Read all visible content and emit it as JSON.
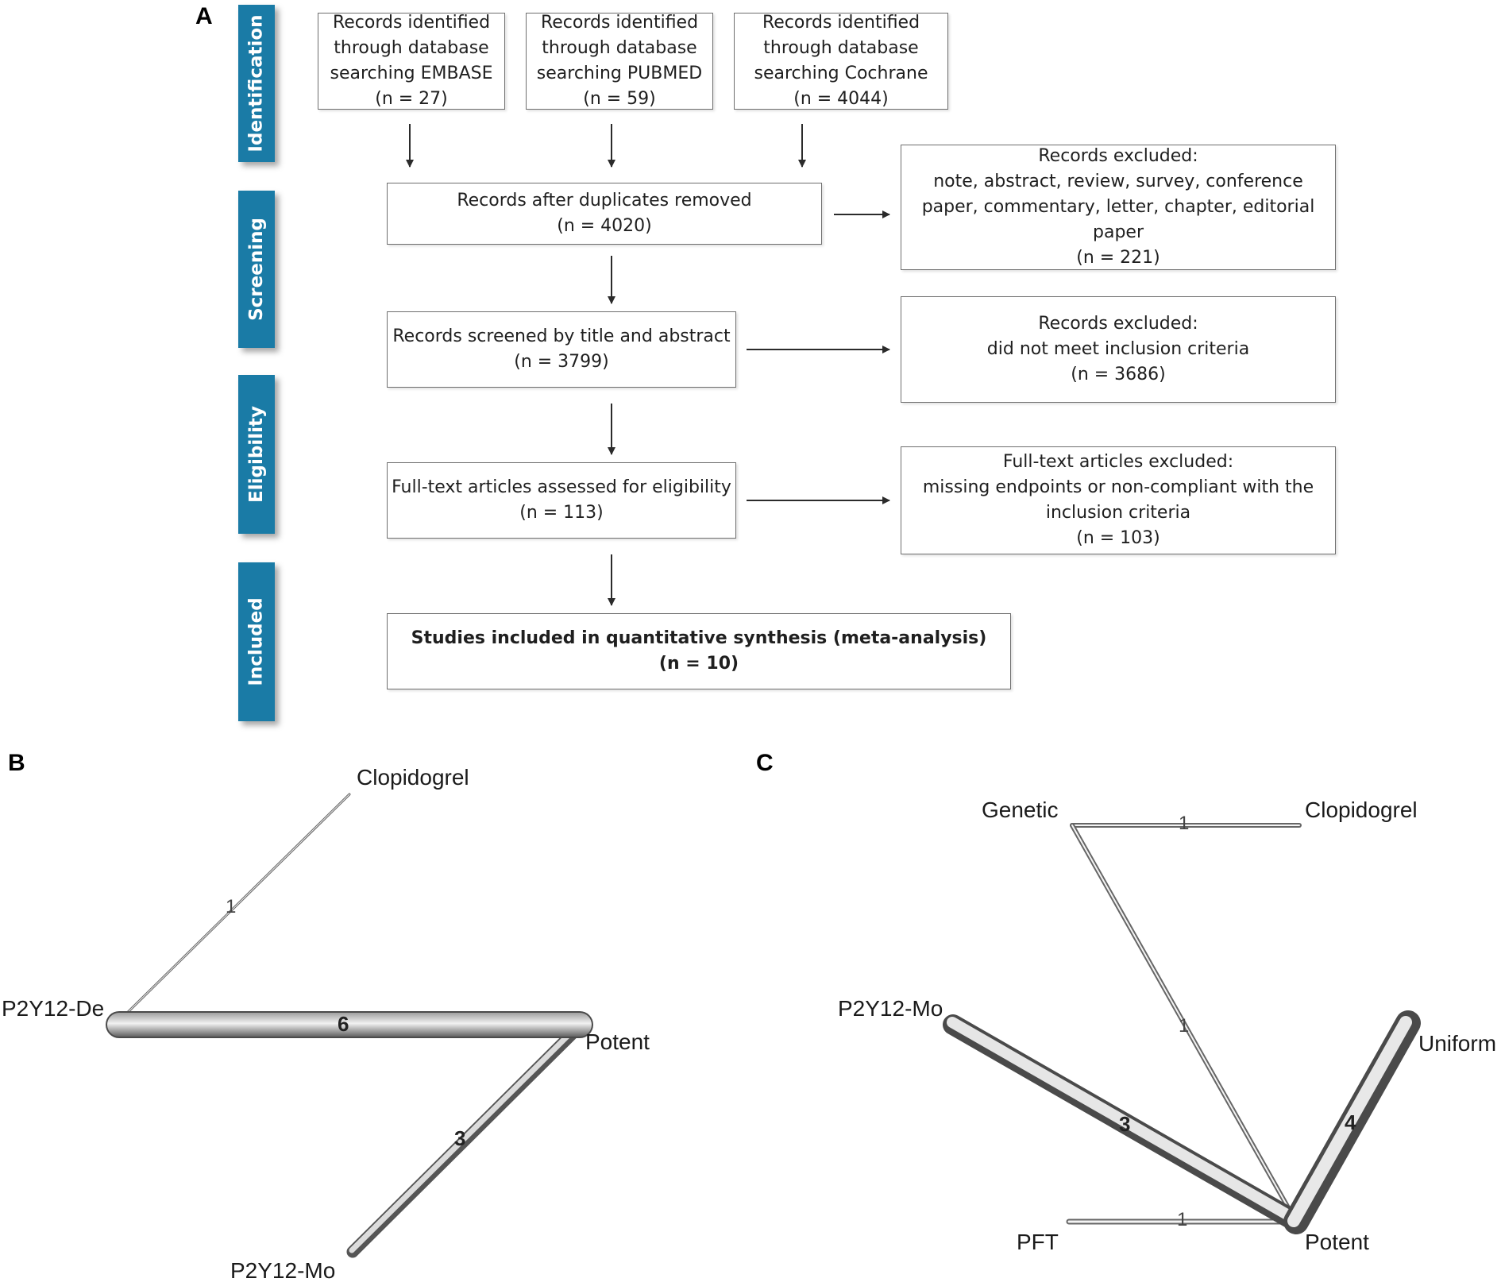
{
  "panels": {
    "a": "A",
    "b": "B",
    "c": "C"
  },
  "stages": {
    "identification": "Identification",
    "screening": "Screening",
    "eligibility": "Eligibility",
    "included": "Included"
  },
  "boxes": {
    "embase": {
      "lines": [
        "Records identified",
        "through database",
        "searching EMBASE",
        "(n = 27)"
      ]
    },
    "pubmed": {
      "lines": [
        "Records identified",
        "through database",
        "searching PUBMED",
        "(n = 59)"
      ]
    },
    "cochrane": {
      "lines": [
        "Records identified",
        "through database",
        "searching Cochrane",
        "(n = 4044)"
      ]
    },
    "duplicates": {
      "lines": [
        "Records after duplicates  removed",
        "(n = 4020)"
      ]
    },
    "excluded_types": {
      "lines": [
        "Records excluded:",
        "note, abstract, review, survey, conference",
        "paper, commentary, letter, chapter, editorial",
        "paper",
        "(n = 221)"
      ]
    },
    "screened": {
      "lines": [
        "Records screened by title and abstract",
        "(n = 3799)"
      ]
    },
    "excluded_criteria": {
      "lines": [
        "Records excluded:",
        "did not meet inclusion criteria",
        "(n = 3686)"
      ]
    },
    "fulltext": {
      "lines": [
        "Full-text articles assessed for eligibility",
        "(n = 113)"
      ]
    },
    "excluded_fulltext": {
      "lines": [
        "Full-text articles excluded:",
        "missing endpoints or non-compliant with the",
        "inclusion criteria",
        "(n = 103)"
      ]
    },
    "included": {
      "lines": [
        "Studies included in quantitative synthesis (meta-analysis)",
        "(n =  10)"
      ]
    }
  },
  "network_b": {
    "nodes": {
      "clopidogrel": "Clopidogrel",
      "p2y12_de": "P2Y12-De",
      "potent": "Potent",
      "p2y12_mo": "P2Y12-Mo"
    },
    "edges": [
      {
        "from": "clopidogrel",
        "to": "p2y12_de",
        "count": "1"
      },
      {
        "from": "p2y12_de",
        "to": "potent",
        "count": "6"
      },
      {
        "from": "potent",
        "to": "p2y12_mo",
        "count": "3"
      }
    ]
  },
  "network_c": {
    "nodes": {
      "genetic": "Genetic",
      "clopidogrel": "Clopidogrel",
      "p2y12_mo": "P2Y12-Mo",
      "uniform": "Uniform",
      "pft": "PFT",
      "potent": "Potent"
    },
    "edges": [
      {
        "from": "genetic",
        "to": "clopidogrel",
        "count": "1"
      },
      {
        "from": "genetic",
        "to": "potent",
        "count": "1"
      },
      {
        "from": "p2y12_mo",
        "to": "potent",
        "count": "3"
      },
      {
        "from": "uniform",
        "to": "potent",
        "count": "4"
      },
      {
        "from": "pft",
        "to": "potent",
        "count": "1"
      }
    ]
  }
}
